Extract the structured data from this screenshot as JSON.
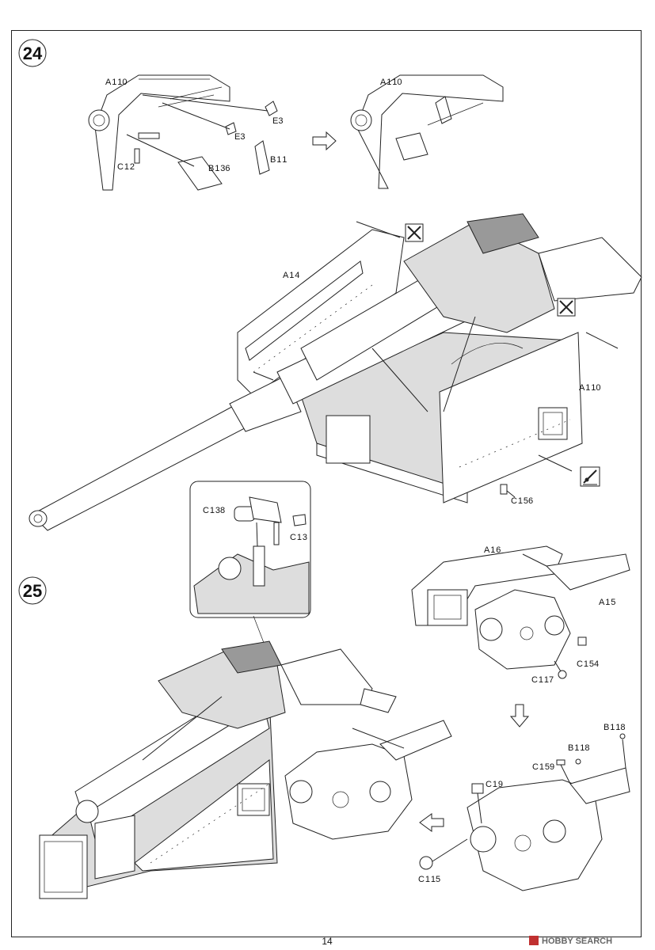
{
  "page": {
    "number": "14",
    "watermark": "HOBBY SEARCH"
  },
  "steps": [
    {
      "number": "24",
      "labels": {
        "a10_top": "A 1 10",
        "e3_a": "E3",
        "e3_b": "E3",
        "c2": "C 1 2",
        "b36": "B 1 36",
        "b1": "B 1 1",
        "a10_result": "A 1 10",
        "a4": "A 1 4",
        "a10_main": "A 1 10",
        "c56": "C 1 56"
      },
      "icons": [
        "no-glue-icon",
        "no-glue-icon",
        "paint-brush-icon"
      ]
    },
    {
      "number": "25",
      "labels": {
        "c38": "C 1 38",
        "c3": "C 1 3",
        "a6": "A 1 6",
        "a5": "A 1 5",
        "c54": "C 1 54",
        "c17": "C 1 17",
        "b18_a": "B 1 18",
        "b18_b": "B 1 18",
        "c59": "C 1 59",
        "c9": "C 1 9",
        "c15": "C 1 15"
      }
    }
  ]
}
